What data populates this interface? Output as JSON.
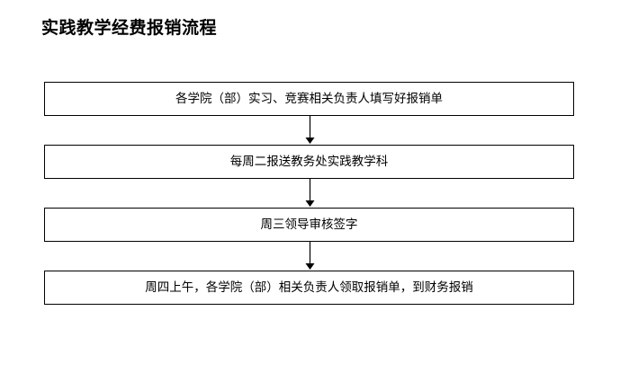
{
  "document": {
    "title": "实践教学经费报销流程",
    "background_color": "#ffffff",
    "text_color": "#000000",
    "box_border_color": "#000000",
    "connector_color": "#000000"
  },
  "flowchart": {
    "orientation": "vertical",
    "connector_icon": "arrow-down-icon",
    "steps": [
      {
        "label": "各学院（部）实习、竞赛相关负责人填写好报销单"
      },
      {
        "label": "每周二报送教务处实践教学科"
      },
      {
        "label": "周三领导审核签字"
      },
      {
        "label": "周四上午，各学院（部）相关负责人领取报销单，到财务报销"
      }
    ]
  }
}
